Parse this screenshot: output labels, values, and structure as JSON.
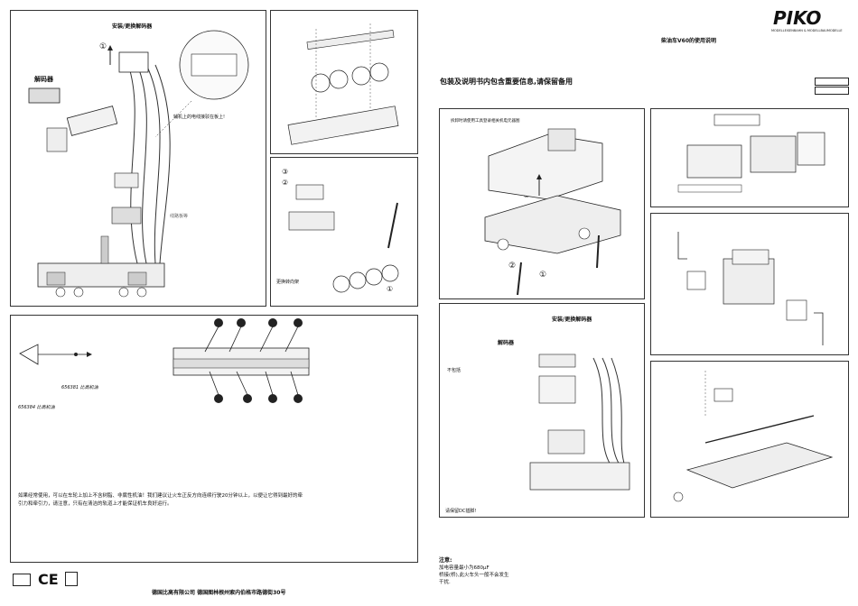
{
  "left_sheet": {
    "install_decoder_title": "安装/更换解码器",
    "decoder_label": "解码器",
    "wire_note": "辅机上的电线接驳在板上!",
    "circuit_label": "线路板等",
    "bogie_note": "更换转向架",
    "product_1_code": "656381 比高机油",
    "product_2_code": "656384 比高机油",
    "warning_text": "如果经常使用，可以在车轮上加上不含树脂、非腐性机油！我们建议让火车正反方向连续行驶20分钟以上，以便让它得到最好的牵引力和牵引力，请注意，只有在清洁的轨道上才能保证机车良好运行。",
    "company_line": "德国比高有限公司   德国图林根州索内伯格市路德街30号",
    "ce_mark": "CE"
  },
  "right_sheet": {
    "brand": "PIKO",
    "brand_sub": "MODELLEISENBAHN & MODELLBAUMODELLE",
    "model_title": "柴油车V60的使用说明",
    "important_note": "包装及说明书内包含重要信息,请保留备用",
    "panel_note": "拆卸时请使用工具登录相关机电元器图",
    "install_decoder_title": "安装/更换解码器",
    "decoder_label": "解码器",
    "not_included": "不包括",
    "dc_note": "请保留DC插脚!",
    "notes_title": "注意:",
    "notes_line1": "加电容量最小为680μF",
    "notes_line2": "桥接(桥),此火车头一般不会发生",
    "notes_line3": "干扰."
  },
  "numbers": {
    "n1": "①",
    "n2": "②",
    "n3": "③"
  }
}
